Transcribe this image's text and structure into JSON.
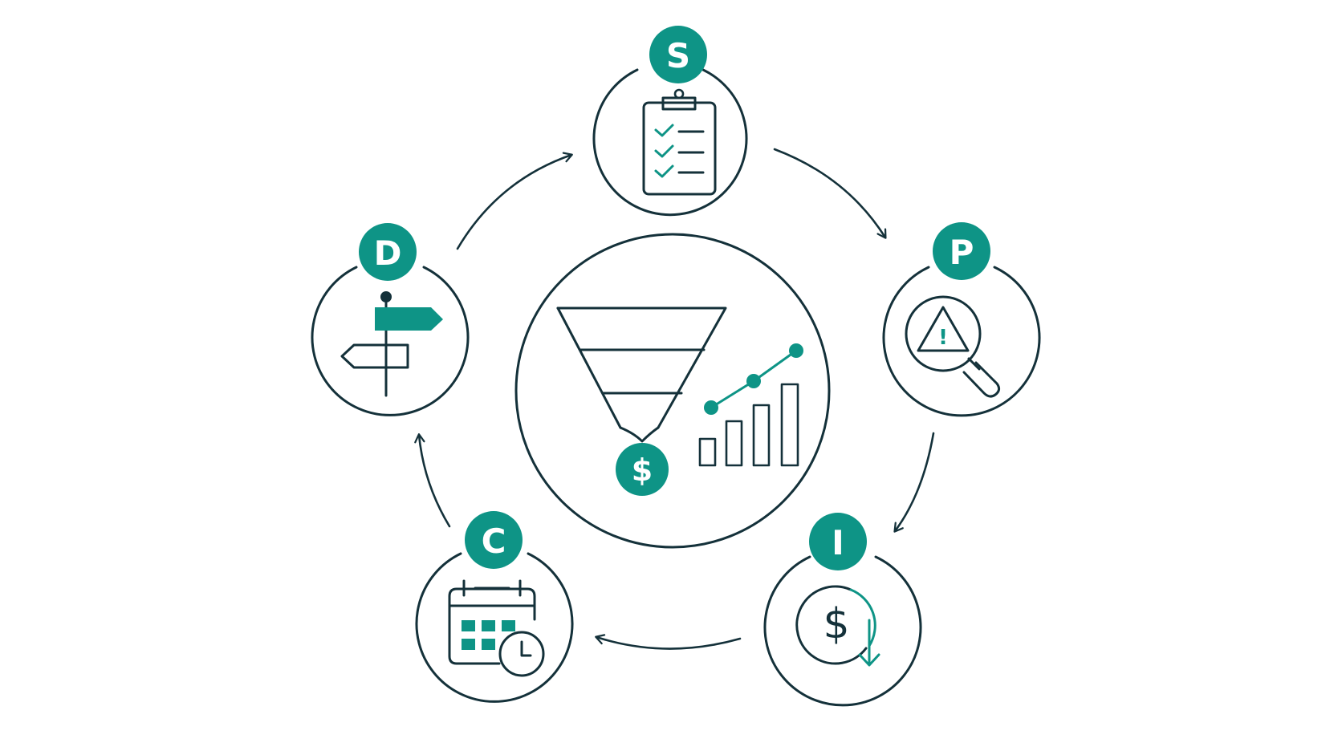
{
  "center": {
    "currency_symbol": "$"
  },
  "stages": [
    {
      "letter": "S",
      "icon": "clipboard-checklist-icon"
    },
    {
      "letter": "P",
      "icon": "magnifier-warning-icon"
    },
    {
      "letter": "I",
      "icon": "dollar-decrease-icon",
      "symbol": "$"
    },
    {
      "letter": "C",
      "icon": "calendar-clock-icon"
    },
    {
      "letter": "D",
      "icon": "signpost-icon"
    }
  ],
  "warning_symbol": "!",
  "colors": {
    "accent": "#0e9486",
    "line": "#14313a",
    "background": "#ffffff"
  }
}
